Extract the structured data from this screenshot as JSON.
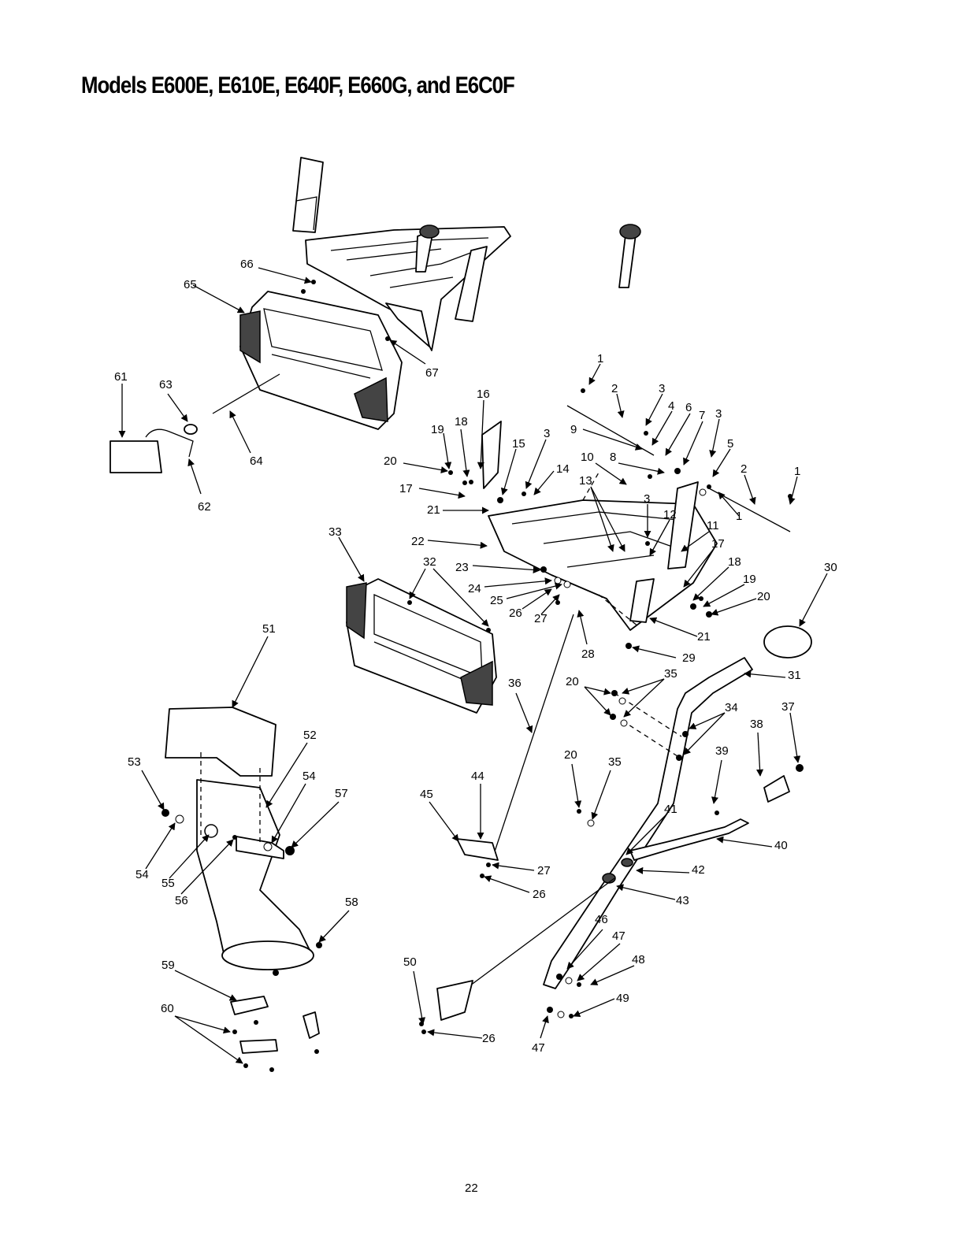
{
  "page": {
    "title": "Models E600E, E610E, E640F, E660G, and E6C0F",
    "page_number": "22"
  },
  "callouts": [
    "1",
    "1",
    "1",
    "2",
    "2",
    "3",
    "3",
    "3",
    "3",
    "4",
    "5",
    "6",
    "7",
    "8",
    "9",
    "10",
    "11",
    "12",
    "13",
    "14",
    "15",
    "16",
    "17",
    "17",
    "18",
    "18",
    "19",
    "19",
    "20",
    "20",
    "20",
    "20",
    "21",
    "21",
    "22",
    "23",
    "24",
    "25",
    "26",
    "26",
    "26",
    "27",
    "27",
    "28",
    "29",
    "30",
    "31",
    "32",
    "33",
    "34",
    "35",
    "35",
    "36",
    "37",
    "38",
    "39",
    "40",
    "41",
    "42",
    "43",
    "44",
    "45",
    "46",
    "47",
    "47",
    "48",
    "49",
    "50",
    "51",
    "52",
    "53",
    "54",
    "54",
    "55",
    "56",
    "57",
    "58",
    "59",
    "60",
    "61",
    "62",
    "63",
    "64",
    "65",
    "66",
    "67"
  ]
}
